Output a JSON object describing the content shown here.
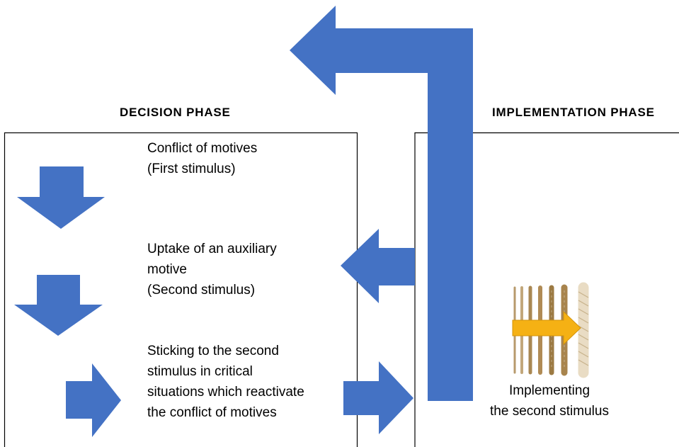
{
  "phases": {
    "decision": "DECISION PHASE",
    "implementation": "IMPLEMENTATION PHASE"
  },
  "steps": [
    {
      "lines": [
        "Conflict of motives",
        "(First stimulus)"
      ]
    },
    {
      "lines": [
        "Uptake of an auxiliary",
        "motive",
        "(Second stimulus)"
      ]
    },
    {
      "lines": [
        "Sticking to the second",
        "stimulus in critical",
        "situations which reactivate",
        "the conflict of motives"
      ]
    }
  ],
  "implementation_label": {
    "lines": [
      "Implementing",
      "the second stimulus"
    ]
  },
  "colors": {
    "arrow": "#4472C4",
    "accent_arrow": "#F5B114",
    "rope_light": "#e9dcc4",
    "rope_dark": "#9c7a43"
  }
}
